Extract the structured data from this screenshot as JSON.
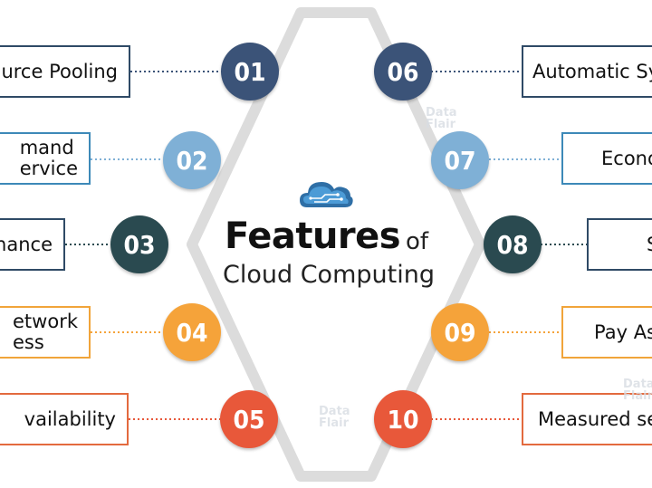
{
  "title": {
    "main": "Features",
    "of": "of",
    "sub": "Cloud Computing"
  },
  "watermark": {
    "line1": "Data",
    "line2": "Flair"
  },
  "colors": {
    "c01": "#3b5378",
    "c02": "#7fb0d6",
    "c03": "#2a4a50",
    "c04": "#f5a33a",
    "c05": "#e8583a",
    "c06": "#3b5378",
    "c07": "#7fb0d6",
    "c08": "#2a4a50",
    "c09": "#f5a33a",
    "c10": "#e8583a",
    "hexagon": "#dcdcdc"
  },
  "features": {
    "f01": {
      "number": "01",
      "label": "urce Pooling"
    },
    "f02": {
      "number": "02",
      "label": "mand\nervice"
    },
    "f03": {
      "number": "03",
      "label": "nance"
    },
    "f04": {
      "number": "04",
      "label": "etwork\ness"
    },
    "f05": {
      "number": "05",
      "label": "vailability"
    },
    "f06": {
      "number": "06",
      "label": "Automatic Sy"
    },
    "f07": {
      "number": "07",
      "label": "Econo"
    },
    "f08": {
      "number": "08",
      "label": "S"
    },
    "f09": {
      "number": "09",
      "label": "Pay As"
    },
    "f10": {
      "number": "10",
      "label": "Measured se"
    }
  }
}
